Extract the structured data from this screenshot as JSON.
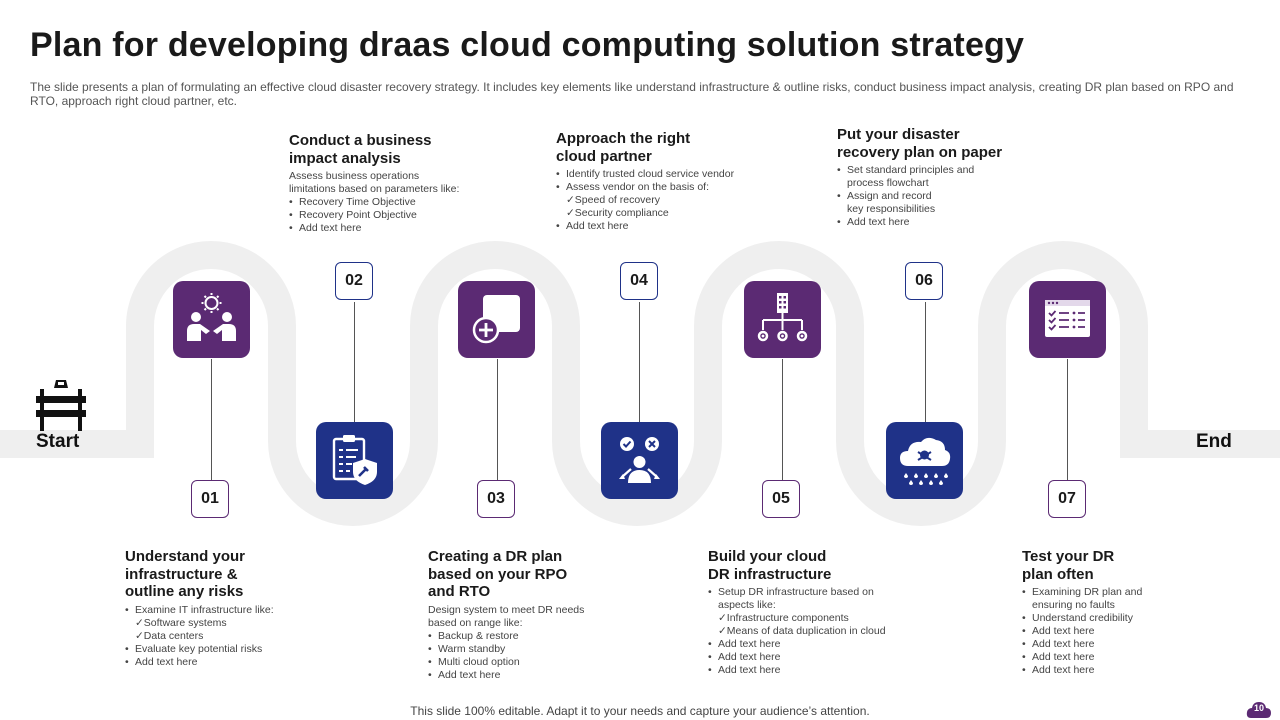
{
  "title": "Plan for developing draas cloud computing solution strategy",
  "subtitle": "The slide presents a plan of formulating an effective cloud disaster recovery strategy. It includes key elements like understand infrastructure & outline risks, conduct business impact analysis, creating DR plan based on RPO and RTO, approach right cloud partner, etc.",
  "start_label": "Start",
  "end_label": "End",
  "footer": "This slide 100% editable. Adapt it to your needs and capture your audience’s attention.",
  "page_number": "10",
  "colors": {
    "purple": "#5b2a73",
    "navy": "#1f3288",
    "road": "#efefef"
  },
  "steps": [
    {
      "number": "01",
      "icon": "business-handshake-icon",
      "title": "Understand your\ninfrastructure &\noutline any risks",
      "items": [
        {
          "t": "b",
          "text": "Examine IT infrastructure like:"
        },
        {
          "t": "c",
          "text": "✓Software systems"
        },
        {
          "t": "c",
          "text": "✓Data centers"
        },
        {
          "t": "b",
          "text": "Evaluate key potential risks"
        },
        {
          "t": "b",
          "text": "Add text here"
        }
      ]
    },
    {
      "number": "02",
      "icon": "clipboard-shield-icon",
      "title": "Conduct a business\nimpact analysis",
      "desc": "Assess business operations\nlimitations based on parameters like:",
      "items": [
        {
          "t": "b",
          "text": "Recovery Time Objective"
        },
        {
          "t": "b",
          "text": "Recovery Point Objective"
        },
        {
          "t": "b",
          "text": "Add text here"
        }
      ]
    },
    {
      "number": "03",
      "icon": "add-plan-icon",
      "title": "Creating a DR plan\nbased on your RPO\nand RTO",
      "desc": "Design system to meet DR needs\nbased on range like:",
      "items": [
        {
          "t": "b",
          "text": "Backup & restore"
        },
        {
          "t": "b",
          "text": "Warm standby"
        },
        {
          "t": "b",
          "text": "Multi cloud option"
        },
        {
          "t": "b",
          "text": "Add text here"
        }
      ]
    },
    {
      "number": "04",
      "icon": "decision-person-icon",
      "title": "Approach the right\ncloud partner",
      "items": [
        {
          "t": "b",
          "text": "Identify trusted cloud service vendor"
        },
        {
          "t": "b",
          "text": "Assess vendor on the basis of:"
        },
        {
          "t": "c",
          "text": "✓Speed of recovery"
        },
        {
          "t": "c",
          "text": "✓Security compliance"
        },
        {
          "t": "b",
          "text": "Add text here"
        }
      ]
    },
    {
      "number": "05",
      "icon": "building-network-icon",
      "title": "Build your cloud\nDR infrastructure",
      "items": [
        {
          "t": "b",
          "text": "Setup DR infrastructure based on\naspects like:"
        },
        {
          "t": "c",
          "text": "✓Infrastructure components"
        },
        {
          "t": "c",
          "text": "✓Means of data duplication in cloud"
        },
        {
          "t": "b",
          "text": "Add text here"
        },
        {
          "t": "b",
          "text": "Add text here"
        },
        {
          "t": "b",
          "text": "Add text here"
        }
      ]
    },
    {
      "number": "06",
      "icon": "cloud-disaster-icon",
      "title": "Put your disaster\nrecovery plan on paper",
      "items": [
        {
          "t": "b",
          "text": "Set standard principles and\nprocess flowchart"
        },
        {
          "t": "b",
          "text": "Assign and record\nkey responsibilities"
        },
        {
          "t": "b",
          "text": "Add text here"
        }
      ]
    },
    {
      "number": "07",
      "icon": "checklist-window-icon",
      "title": "Test your DR\nplan often",
      "items": [
        {
          "t": "b",
          "text": "Examining DR plan and\nensuring no faults"
        },
        {
          "t": "b",
          "text": "Understand credibility"
        },
        {
          "t": "b",
          "text": "Add text here"
        },
        {
          "t": "b",
          "text": "Add text here"
        },
        {
          "t": "b",
          "text": "Add text here"
        },
        {
          "t": "b",
          "text": "Add text here"
        }
      ]
    }
  ]
}
